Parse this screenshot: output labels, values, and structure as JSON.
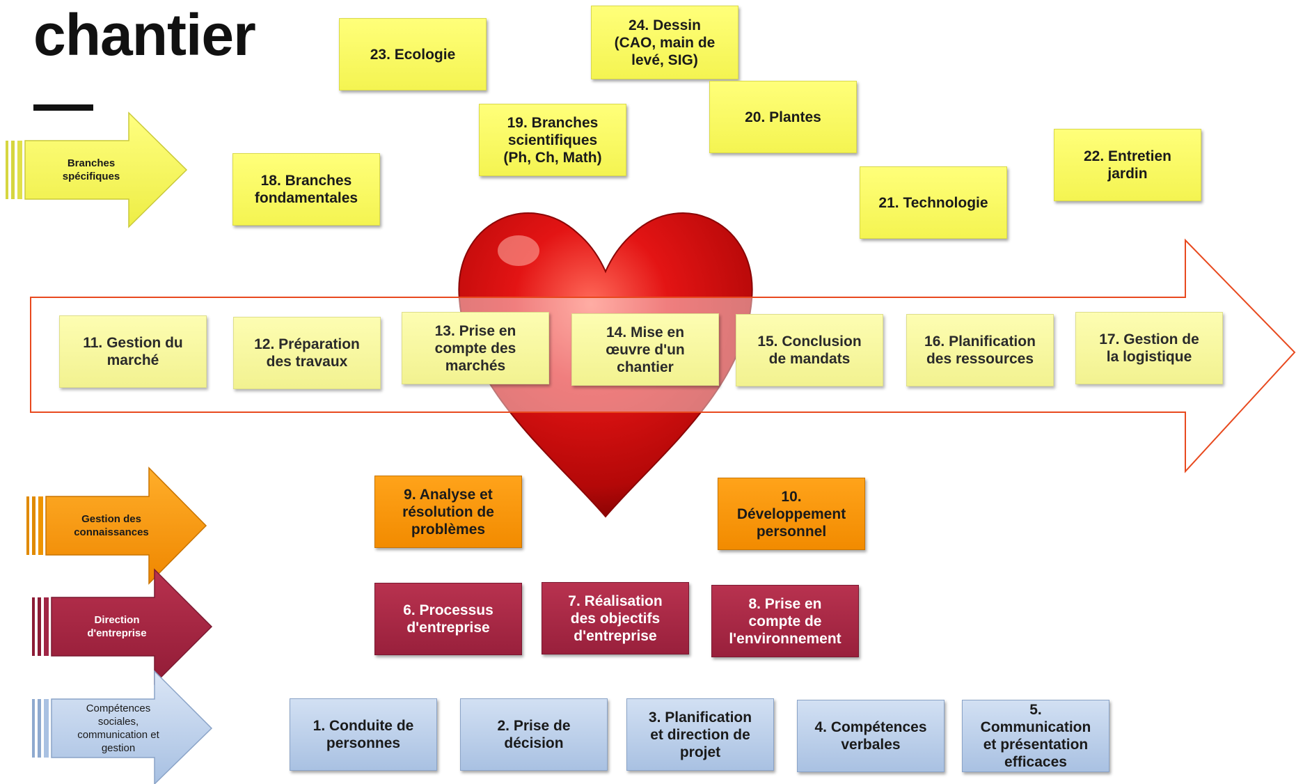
{
  "title": "chantier",
  "colors": {
    "yellow": "#f7f75a",
    "pale_yellow": "#f9f9a6",
    "orange": "#f7960c",
    "maroon": "#a4284a",
    "blue": "#b9cde9",
    "red_arrow_stroke": "#e8491e",
    "heart": "#d41010"
  },
  "arrows": {
    "specific": "Branches\nspécifiques",
    "knowledge": "Gestion des\nconnaissances",
    "management": "Direction\nd'entreprise",
    "social": "Compétences\nsociales,\ncommunication et\ngestion"
  },
  "boxes": {
    "b1": "1. Conduite de\npersonnes",
    "b2": "2. Prise de\ndécision",
    "b3": "3. Planification\net direction de\nprojet",
    "b4": "4. Compétences\nverbales",
    "b5": "5.\nCommunication\net présentation\nefficaces",
    "b6": "6. Processus\nd'entreprise",
    "b7": "7. Réalisation\ndes objectifs\nd'entreprise",
    "b8": "8. Prise en\ncompte de\nl'environnement",
    "b9": "9. Analyse et\nrésolution de\nproblèmes",
    "b10": "10.\nDéveloppement\npersonnel",
    "b11": "11. Gestion du\nmarché",
    "b12": "12. Préparation\ndes travaux",
    "b13": "13. Prise en\ncompte des\nmarchés",
    "b14": "14. Mise en\nœuvre d'un\nchantier",
    "b15": "15. Conclusion\nde mandats",
    "b16": "16. Planification\ndes ressources",
    "b17": "17. Gestion de\nla logistique",
    "b18": "18. Branches\nfondamentales",
    "b19": "19. Branches\nscientifiques\n(Ph, Ch, Math)",
    "b20": "20. Plantes",
    "b21": "21. Technologie",
    "b22": "22. Entretien\njardin",
    "b23": "23. Ecologie",
    "b24": "24. Dessin\n(CAO, main de\nlevé, SIG)"
  }
}
